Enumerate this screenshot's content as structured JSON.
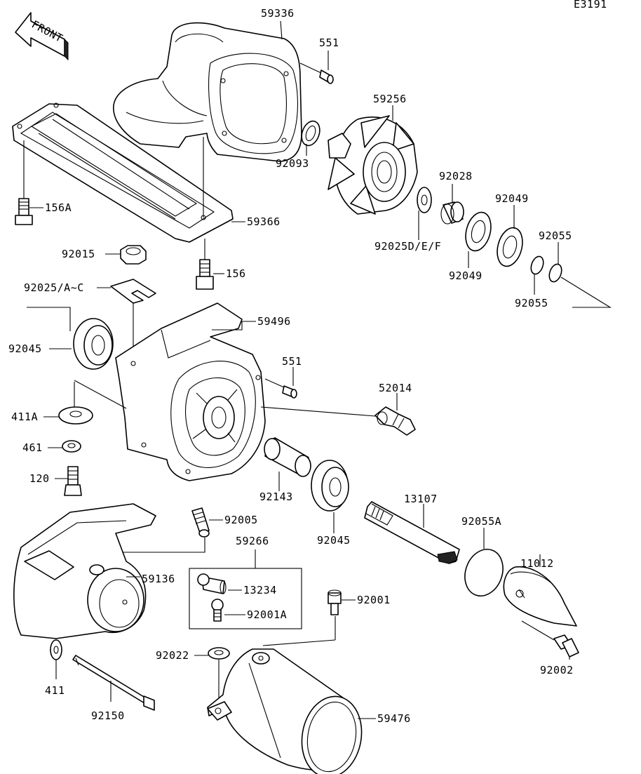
{
  "diagram_code": "E3191",
  "front_label": "FRONT",
  "parts": [
    {
      "id": "p59336",
      "label": "59336"
    },
    {
      "id": "p551a",
      "label": "551"
    },
    {
      "id": "p59256",
      "label": "59256"
    },
    {
      "id": "p92093",
      "label": "92093"
    },
    {
      "id": "p92028",
      "label": "92028"
    },
    {
      "id": "p92049a",
      "label": "92049"
    },
    {
      "id": "p156A",
      "label": "156A"
    },
    {
      "id": "p59366",
      "label": "59366"
    },
    {
      "id": "p92055a",
      "label": "92055"
    },
    {
      "id": "p92025DEF",
      "label": "92025D/E/F"
    },
    {
      "id": "p92015",
      "label": "92015"
    },
    {
      "id": "p92049b",
      "label": "92049"
    },
    {
      "id": "p156",
      "label": "156"
    },
    {
      "id": "p92055b",
      "label": "92055"
    },
    {
      "id": "p92025AC",
      "label": "92025/A~C"
    },
    {
      "id": "p59496",
      "label": "59496"
    },
    {
      "id": "p92045a",
      "label": "92045"
    },
    {
      "id": "p551b",
      "label": "551"
    },
    {
      "id": "p52014",
      "label": "52014"
    },
    {
      "id": "p411A",
      "label": "411A"
    },
    {
      "id": "p461",
      "label": "461"
    },
    {
      "id": "p120",
      "label": "120"
    },
    {
      "id": "p92143",
      "label": "92143"
    },
    {
      "id": "p13107",
      "label": "13107"
    },
    {
      "id": "p92005",
      "label": "92005"
    },
    {
      "id": "p92055A",
      "label": "92055A"
    },
    {
      "id": "p59266",
      "label": "59266"
    },
    {
      "id": "p92045b",
      "label": "92045"
    },
    {
      "id": "p11012",
      "label": "11012"
    },
    {
      "id": "p59136",
      "label": "59136"
    },
    {
      "id": "p13234",
      "label": "13234"
    },
    {
      "id": "p92001A",
      "label": "92001A"
    },
    {
      "id": "p92001",
      "label": "92001"
    },
    {
      "id": "p92022",
      "label": "92022"
    },
    {
      "id": "p92002",
      "label": "92002"
    },
    {
      "id": "p411",
      "label": "411"
    },
    {
      "id": "p92150",
      "label": "92150"
    },
    {
      "id": "p59476",
      "label": "59476"
    }
  ]
}
